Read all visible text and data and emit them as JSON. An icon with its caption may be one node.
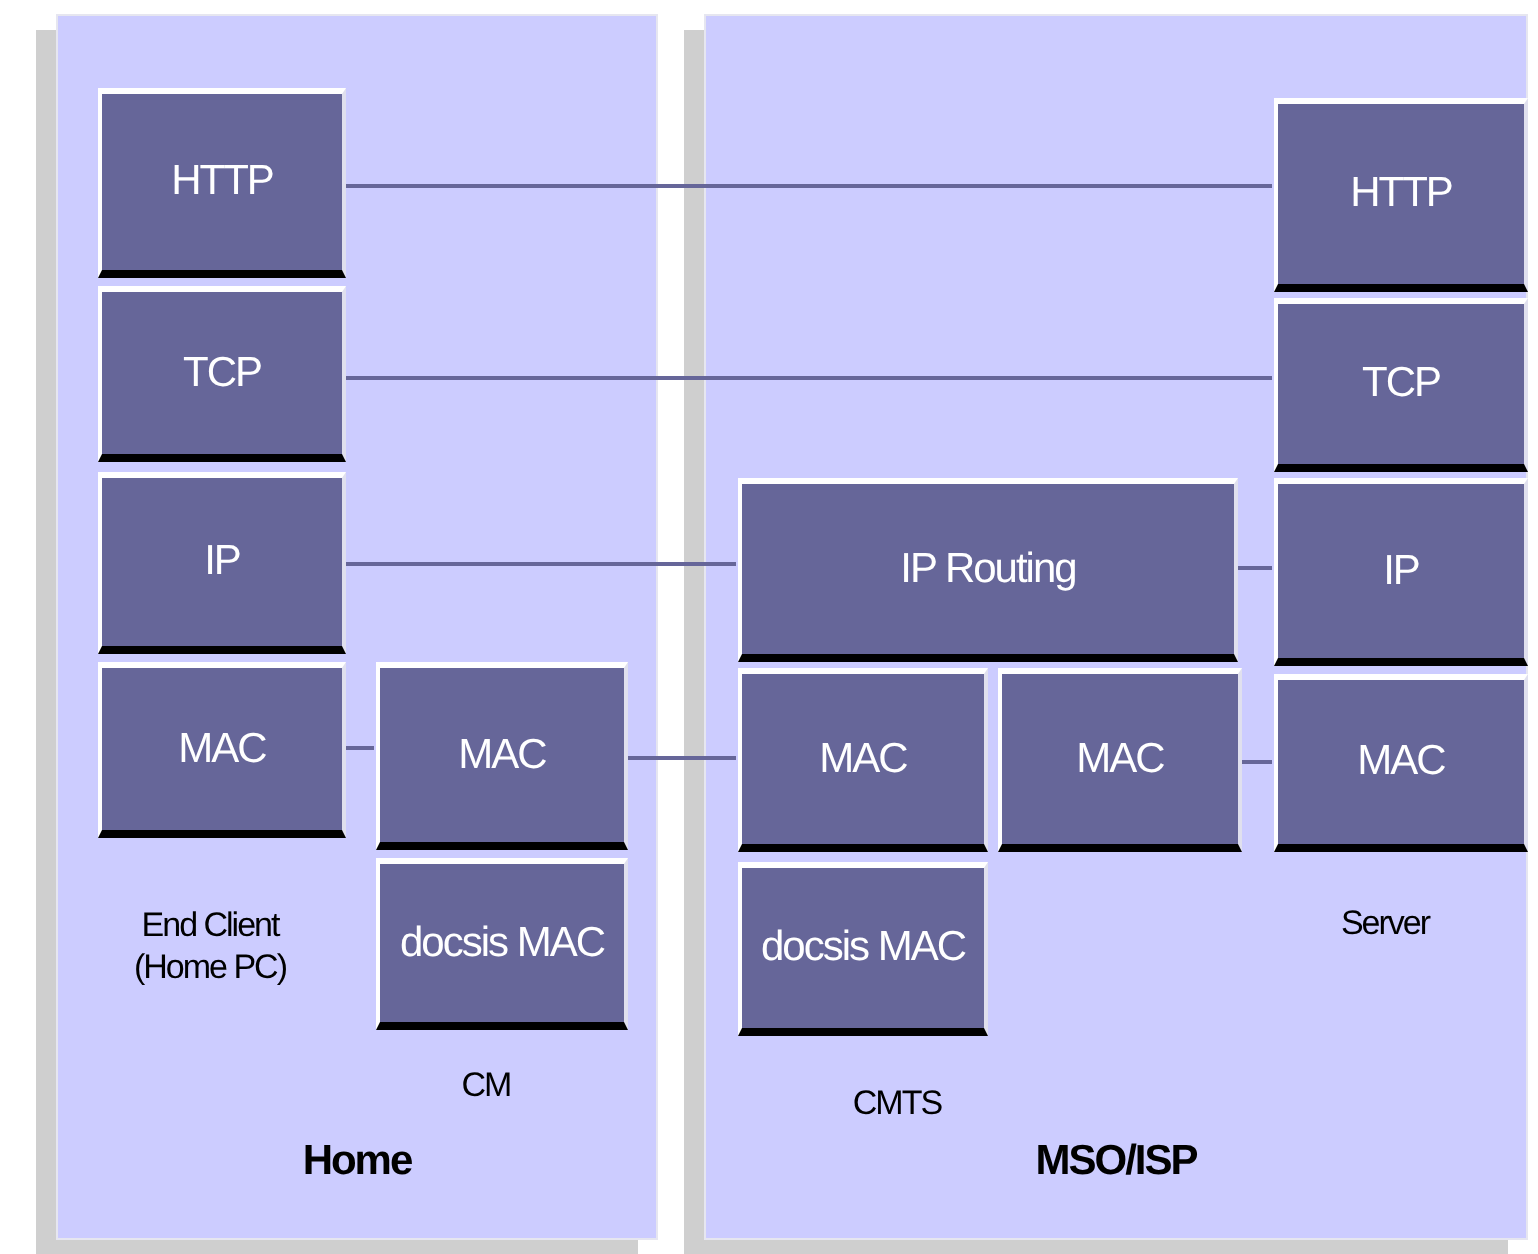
{
  "diagram": {
    "nodes": [
      {
        "text": [
          "Home"
        ]
      },
      {
        "text": [
          "HTTP"
        ],
        "in": 0
      },
      {
        "text": [
          "TCP"
        ],
        "in": 0
      },
      {
        "text": [
          "IP"
        ],
        "in": 0
      },
      {
        "text": [
          "MAC"
        ],
        "in": 0
      },
      {
        "text": [
          "MAC"
        ],
        "in": 0
      },
      {
        "text": [
          "docsis MAC"
        ],
        "in": 0,
        "beside": [
          "CM"
        ]
      },
      {
        "text": [
          "MSO/ISP"
        ]
      },
      {
        "text": [
          "IP Routing"
        ],
        "in": 7
      },
      {
        "text": [
          "MAC"
        ],
        "in": 7
      },
      {
        "text": [
          "MAC"
        ],
        "in": 7
      },
      {
        "text": [
          "docsis MAC"
        ],
        "in": 7,
        "beside": [
          "CMTS"
        ]
      },
      {
        "text": [
          "HTTP"
        ],
        "in": 7
      },
      {
        "text": [
          "TCP"
        ],
        "in": 7
      },
      {
        "text": [
          "IP"
        ],
        "in": 7
      },
      {
        "text": [
          "MAC"
        ],
        "in": 7,
        "beside": [
          "Server"
        ]
      }
    ],
    "edges": [
      {
        "from": 1,
        "to": 12,
        "arrow": "none"
      },
      {
        "from": 2,
        "to": 13,
        "arrow": "none"
      },
      {
        "from": 3,
        "to": 8,
        "arrow": "none"
      },
      {
        "from": 8,
        "to": 14,
        "arrow": "none"
      },
      {
        "from": 4,
        "to": 5,
        "arrow": "none"
      },
      {
        "from": 5,
        "to": 9,
        "arrow": "none"
      },
      {
        "from": 10,
        "to": 15,
        "arrow": "none"
      }
    ],
    "labels": [
      "End Client (Home PC)"
    ]
  }
}
